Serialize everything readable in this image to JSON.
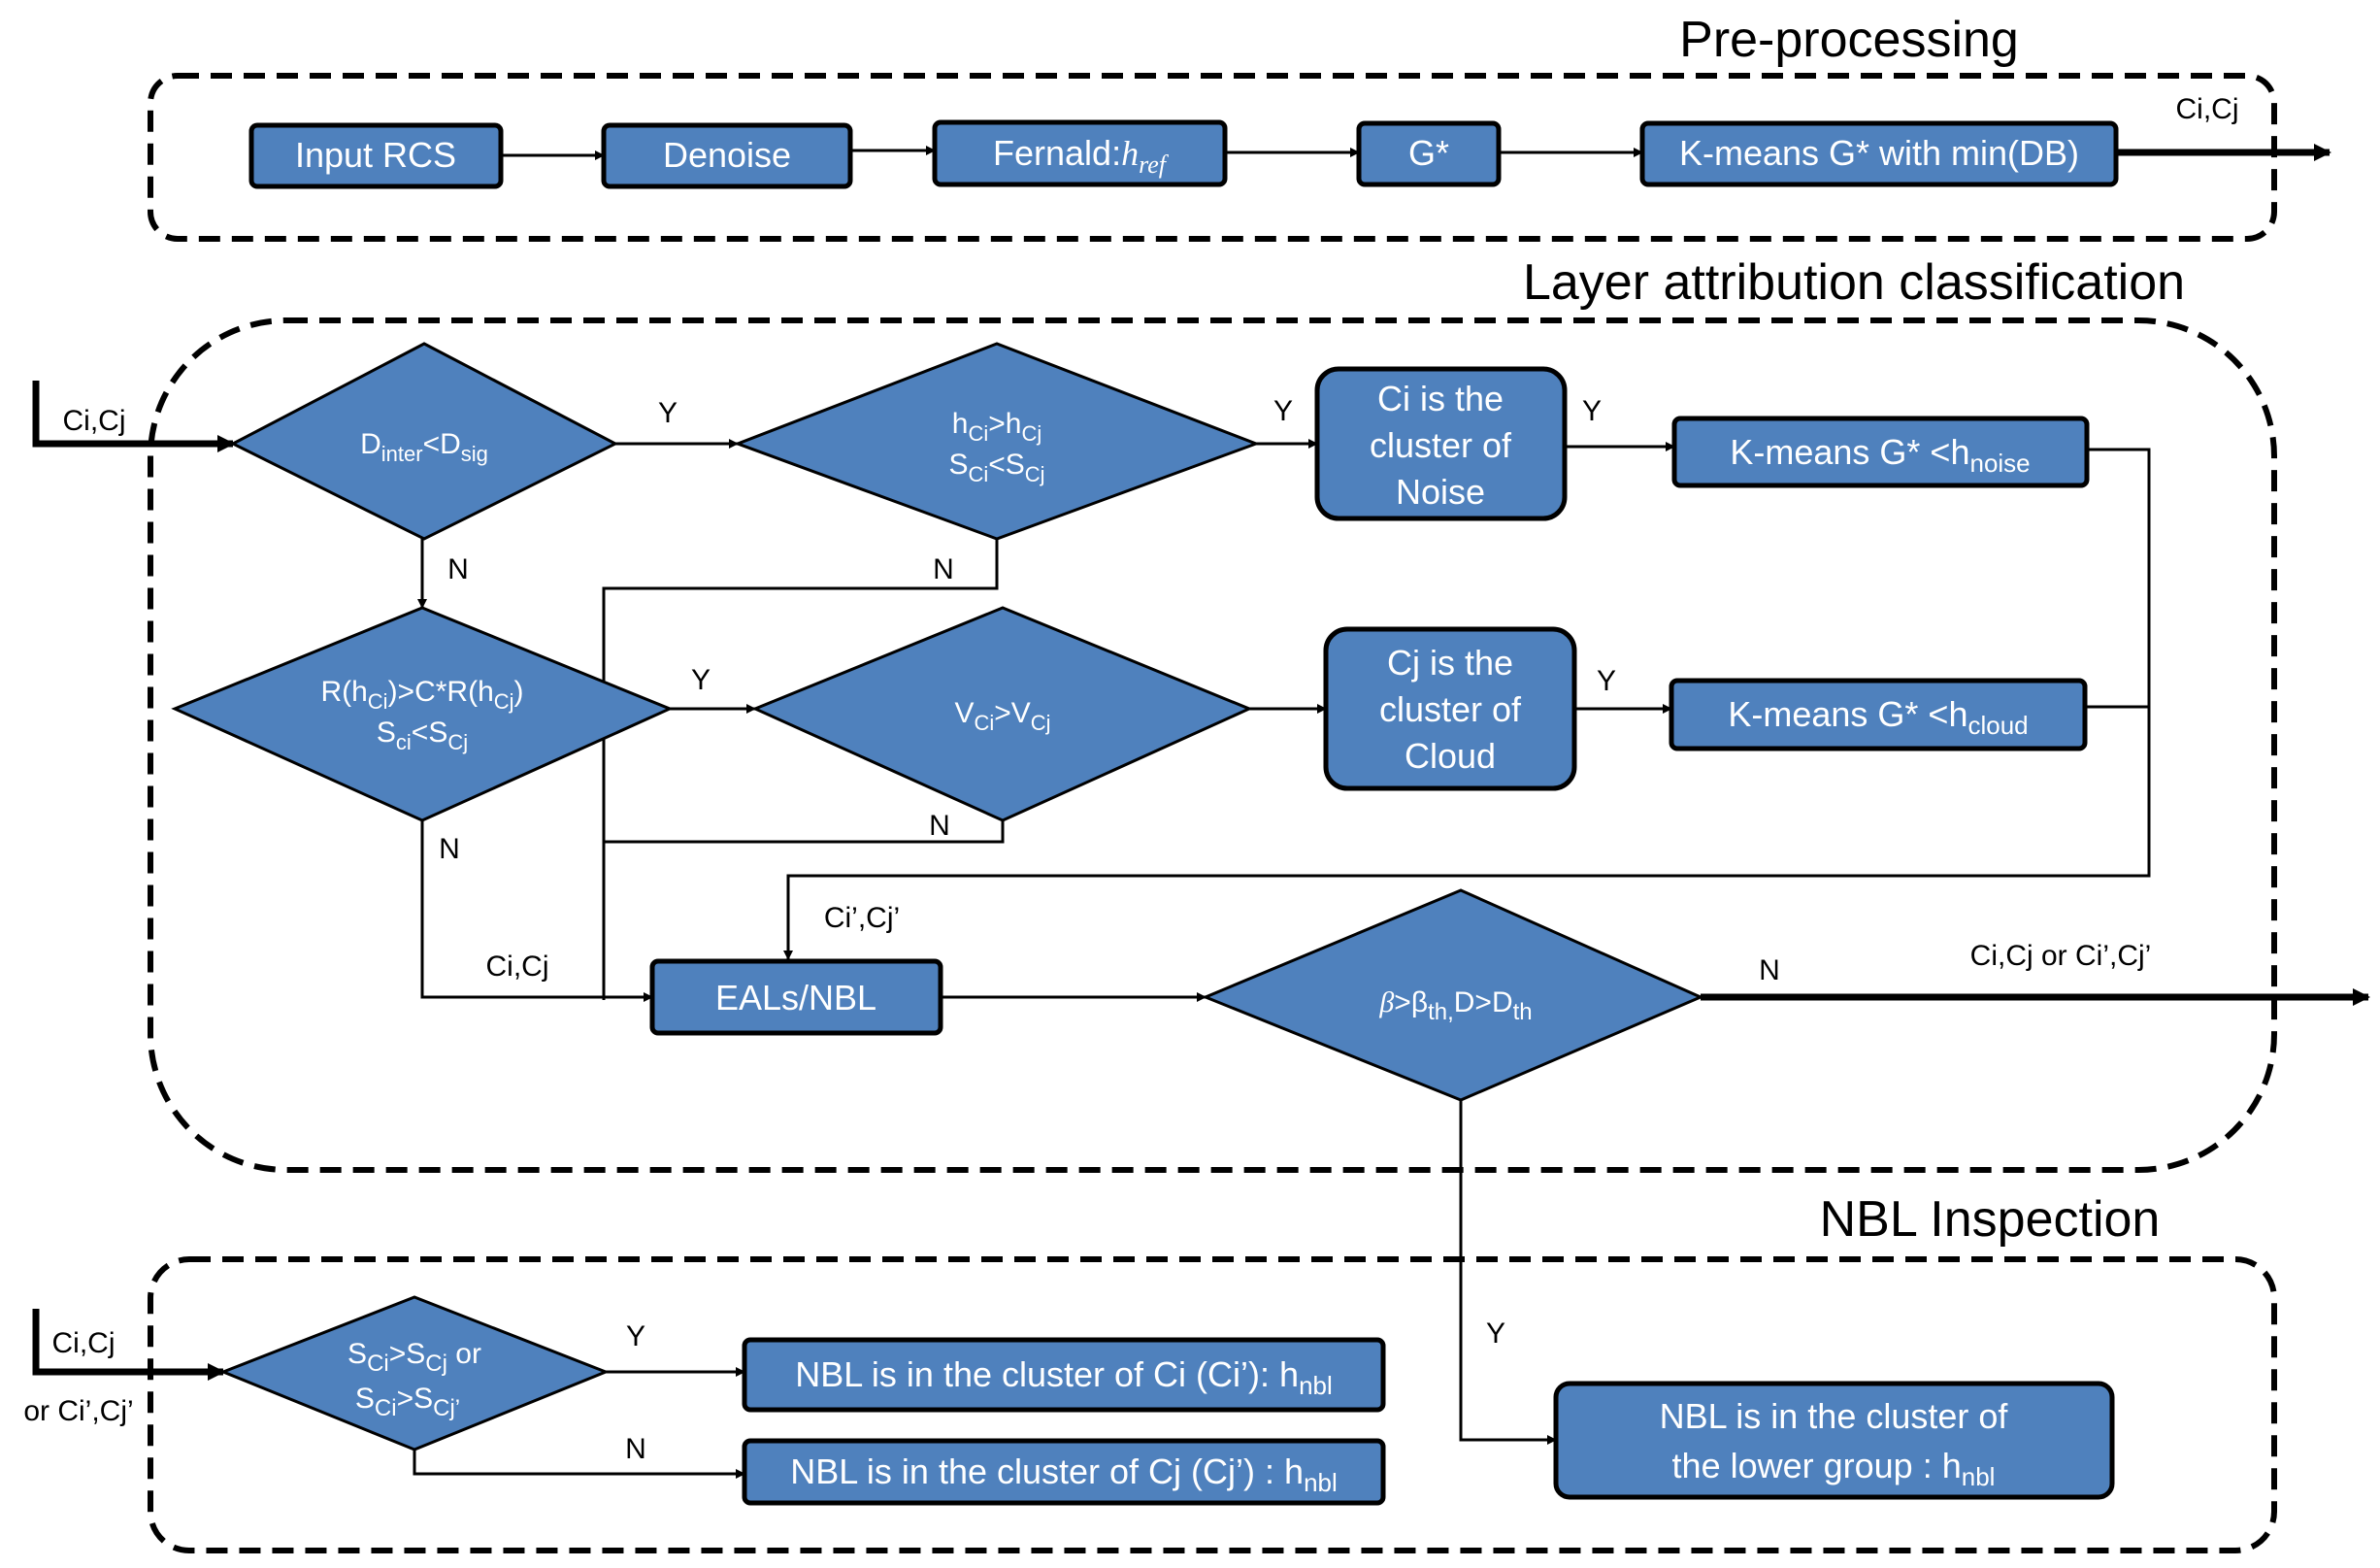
{
  "sections": {
    "preprocessing": "Pre-processing",
    "classification": "Layer attribution classification",
    "inspection": "NBL Inspection"
  },
  "nodes": {
    "input_rcs": "Input RCS",
    "denoise": "Denoise",
    "fernald_prefix": "Fernald:",
    "fernald_h": "h",
    "fernald_sub": "ref",
    "gstar": "G*",
    "kmeans_db": "K-means G* with min(DB)",
    "d_main": "D",
    "d_inter_sub": "inter",
    "d_lt": "<D",
    "d_sig_sub": "sig",
    "h_main": "h",
    "h_gt": ">h",
    "ci_sub": "Ci",
    "cj_sub": "Cj",
    "s_main": "S",
    "s_lt": "<S",
    "noise_box": [
      "Ci is the",
      "cluster of",
      "Noise"
    ],
    "kmeans_noise": "K-means G* <h",
    "noise_sub": "noise",
    "r_open": "R(h",
    "r_mid": ")>C*R(h",
    "r_close": ")",
    "s_ci_sub": "ci",
    "v_main": "V",
    "v_gt": ">V",
    "cloud_box": [
      "Cj is the",
      "cluster of",
      "Cloud"
    ],
    "kmeans_cloud": "K-means G* <h",
    "cloud_sub": "cloud",
    "eals_nbl": "EALs/NBL",
    "beta": "β",
    "beta_gt": ">β",
    "th_sub": "th",
    "comma": ",",
    "d_gt": "D>D",
    "s_gt": ">S",
    "or_word": " or",
    "cj_prime_sub": "Cj’",
    "nbl_ci": "NBL is in the cluster of Ci (Ci’): h",
    "nbl_cj": "NBL is in the cluster of Cj (Cj’) : h",
    "nbl_sub": "nbl",
    "nbl_lower": [
      "NBL is in the cluster of",
      "the lower group : h"
    ]
  },
  "edge_labels": {
    "ci_cj": "Ci,Cj",
    "yes": "Y",
    "no": "N",
    "ci_cj_prime": "Ci’,Cj’",
    "ci_cj_or_prime": "Ci,Cj or Ci’,Cj’",
    "or_prime": "or Ci’,Cj’"
  }
}
